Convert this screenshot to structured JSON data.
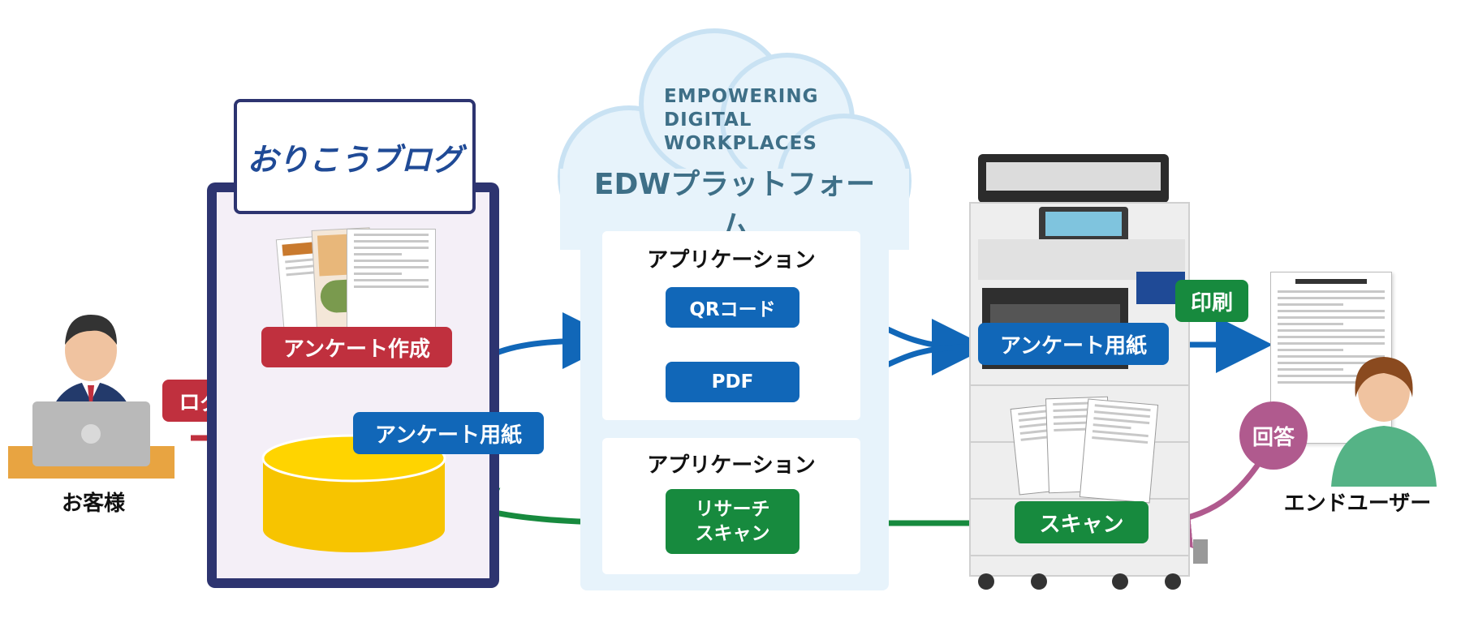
{
  "customer": {
    "label": "お客様"
  },
  "login": {
    "label": "ログイン"
  },
  "blog": {
    "title": "おりこうブログ"
  },
  "survey_create": {
    "label": "アンケート作成"
  },
  "survey_paper_out": {
    "label": "アンケート用紙"
  },
  "cloud": {
    "tagline": [
      "EMPOWERING",
      "DIGITAL",
      "WORKPLACES"
    ],
    "platform": "EDWプラットフォーム"
  },
  "app_top": {
    "title": "アプリケーション",
    "qr": "QRコード",
    "pdf": "PDF"
  },
  "app_bottom": {
    "title": "アプリケーション",
    "research_1": "リサーチ",
    "research_2": "スキャン"
  },
  "mfp": {
    "survey_paper": "アンケート用紙",
    "print": "印刷",
    "scan": "スキャン"
  },
  "end_user": {
    "label": "エンドユーザー",
    "answer": "回答"
  },
  "colors": {
    "blue": "#1167b8",
    "green": "#178a3e",
    "red": "#c0303e",
    "navy": "#2d3470",
    "purple": "#b05a8e",
    "cylinder": "#f7c400"
  }
}
